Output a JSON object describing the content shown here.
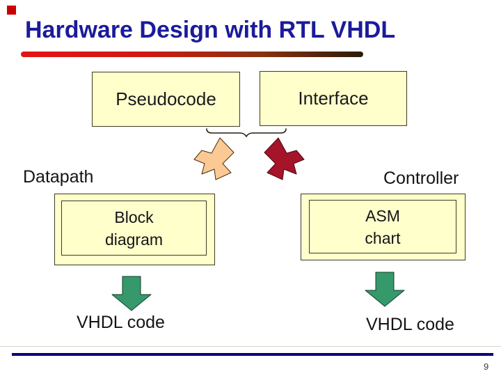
{
  "slide": {
    "title": "Hardware Design with RTL VHDL",
    "page_number": "9"
  },
  "diagram": {
    "pseudocode_label": "Pseudocode",
    "interface_label": "Interface",
    "datapath_label": "Datapath",
    "controller_label": "Controller",
    "block_diagram": {
      "line1": "Block",
      "line2": "diagram"
    },
    "asm_chart": {
      "line1": "ASM",
      "line2": "chart"
    },
    "vhdl_left_label": "VHDL code",
    "vhdl_right_label": "VHDL code"
  },
  "icons": {
    "underbrace": "brace-icon",
    "peach_arrow": "arrow-down-left-icon",
    "dark_red_arrow": "arrow-down-right-icon",
    "green_arrows": "arrow-down-icon"
  },
  "colors": {
    "title_text": "#1b1b9b",
    "body_text": "#141414",
    "box_fill": "#ffffcc",
    "box_border": "#3b3b23",
    "rule_gradient_start": "#e41414",
    "rule_gradient_end": "#2b1c08",
    "peach_arrow_fill": "#fbca94",
    "peach_arrow_stroke": "#4a2a0a",
    "red_arrow_fill": "#a51429",
    "red_arrow_stroke": "#4d0812",
    "green_arrow_fill": "#35996b",
    "green_arrow_stroke": "#123d28",
    "brace_stroke": "#241f12",
    "bottom_line": "#000080",
    "thin_line": "#d6d6cc",
    "corner_square": "#cc0000",
    "page_number_color": "#3a3a3a"
  }
}
